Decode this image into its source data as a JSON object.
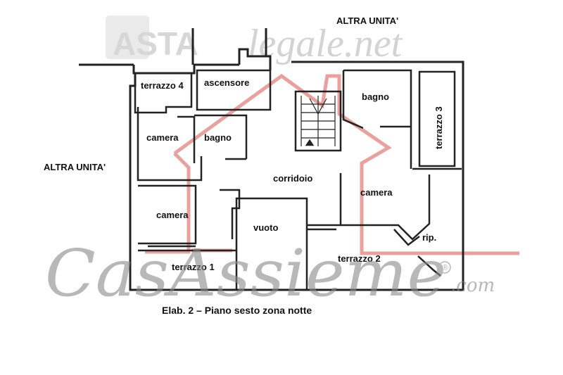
{
  "watermarks": {
    "top_brand_part1": "ASTA",
    "top_brand_part2": "legale.net",
    "bottom_brand": "CasAssieme",
    "bottom_suffix": ".com",
    "registered_mark": "®",
    "accent_color": "#e0605a",
    "watermark_color": "#8a8a8a"
  },
  "labels": {
    "altra_unita_top": "ALTRA UNITA'",
    "altra_unita_left": "ALTRA UNITA'",
    "terrazzo_4": "terrazzo 4",
    "ascensore": "ascensore",
    "bagno_top": "bagno",
    "terrazzo_3": "terrazzo 3",
    "camera_upper_left": "camera",
    "bagno_left": "bagno",
    "corridoio": "corridoio",
    "camera_right": "camera",
    "camera_lower_left": "camera",
    "vuoto": "vuoto",
    "rip": "rip.",
    "terrazzo_2": "terrazzo 2",
    "terrazzo_1": "terrazzo 1"
  },
  "caption": "Elab. 2 – Piano sesto zona notte"
}
